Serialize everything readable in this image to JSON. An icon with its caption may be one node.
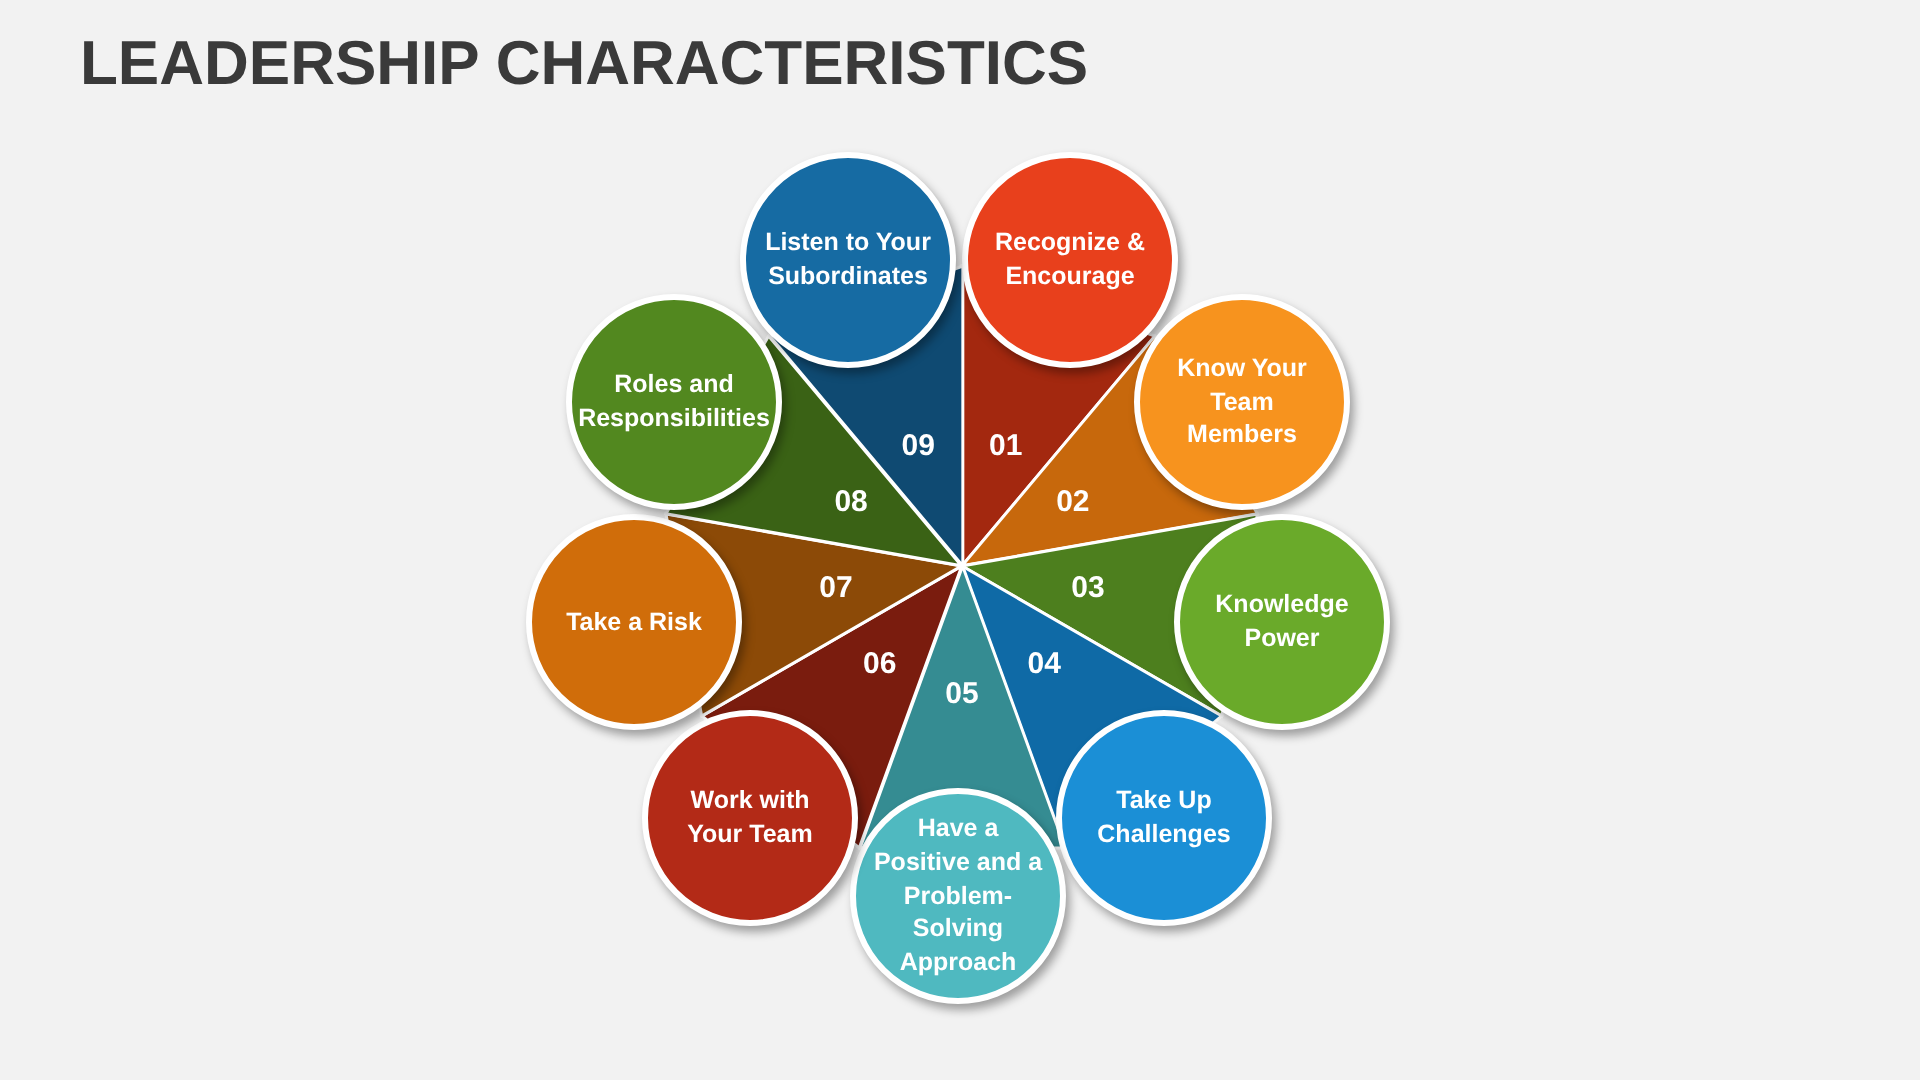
{
  "diagram": {
    "title": "LEADERSHIP CHARACTERISTICS",
    "nodes": [
      {
        "text": [
          "Recognize & Encourage"
        ]
      },
      {
        "text": [
          "Know Your Team Members"
        ]
      },
      {
        "text": [
          "Knowledge Power"
        ]
      },
      {
        "text": [
          "Take Up Challenges"
        ]
      },
      {
        "text": [
          "Have a Positive and a Problem-Solving Approach"
        ]
      },
      {
        "text": [
          "Work with Your Team"
        ]
      },
      {
        "text": [
          "Take a Risk"
        ]
      },
      {
        "text": [
          "Roles and Responsibilities"
        ]
      },
      {
        "text": [
          "Listen to Your Subordinates"
        ]
      },
      {
        "text": [
          "01"
        ]
      },
      {
        "text": [
          "02"
        ]
      },
      {
        "text": [
          "03"
        ]
      },
      {
        "text": [
          "04"
        ]
      },
      {
        "text": [
          "05"
        ]
      },
      {
        "text": [
          "06"
        ]
      },
      {
        "text": [
          "07"
        ]
      },
      {
        "text": [
          "08"
        ]
      },
      {
        "text": [
          "09"
        ]
      }
    ]
  }
}
